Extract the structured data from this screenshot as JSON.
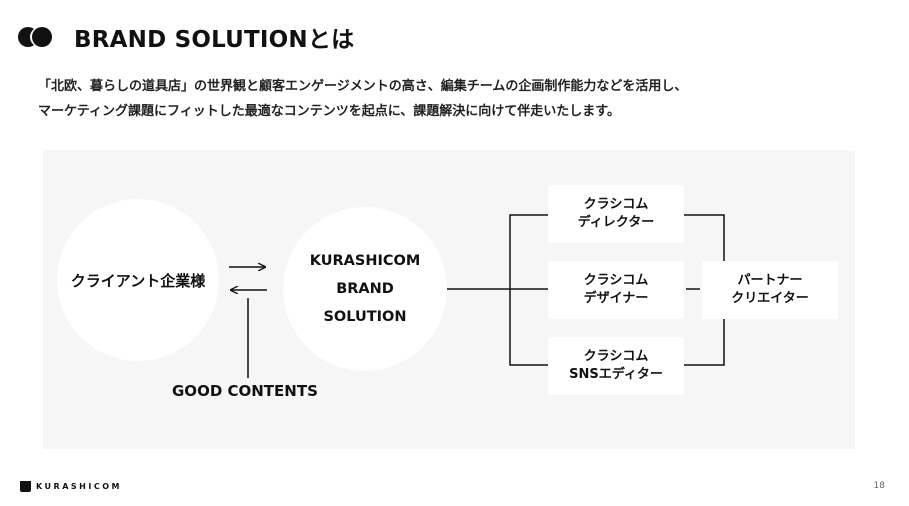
{
  "header": {
    "title": "BRAND SOLUTIONとは"
  },
  "description": {
    "line1": "「北欧、暮らしの道具店」の世界観と顧客エンゲージメントの高さ、編集チームの企画制作能力などを活用し、",
    "line2": "マーケティング課題にフィットした最適なコンテンツを起点に、課題解決に向けて伴走いたします。"
  },
  "diagram": {
    "client": "クライアント企業様",
    "brand": {
      "line1": "KURASHICOM",
      "line2": "BRAND",
      "line3": "SOLUTION"
    },
    "good_contents": "GOOD CONTENTS",
    "director": {
      "line1": "クラシコム",
      "line2": "ディレクター"
    },
    "designer": {
      "line1": "クラシコム",
      "line2": "デザイナー"
    },
    "sns": {
      "line1": "クラシコム",
      "line2": "SNSエディター"
    },
    "partner": {
      "line1": "パートナー",
      "line2": "クリエイター"
    }
  },
  "footer": {
    "brand": "KURASHICOM",
    "page_number": "18"
  }
}
